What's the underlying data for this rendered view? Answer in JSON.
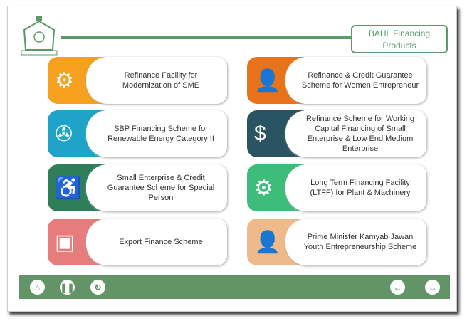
{
  "header": {
    "title": "BAHL Financing Products"
  },
  "colors": {
    "accent": "#629468"
  },
  "products": [
    {
      "label": "Refinance Facility for Modernization of SME",
      "icon": "gear-wrench-icon",
      "color": "#f5a01f"
    },
    {
      "label": "Refinance & Credit Guarantee Scheme for Women Entrepreneur",
      "icon": "woman-icon",
      "color": "#e8731a"
    },
    {
      "label": "SBP Financing Scheme for Renewable Energy Category II",
      "icon": "wind-turbine-icon",
      "color": "#1fa3c9"
    },
    {
      "label": "Refinance Scheme for Working Capital Financing of Small Enterprise & Low End Medium Enterprise",
      "icon": "money-stack-icon",
      "color": "#2b5463"
    },
    {
      "label": "Small Enterprise & Credit Guarantee Scheme for Special Person",
      "icon": "wheelchair-icon",
      "color": "#2f7e5a"
    },
    {
      "label": "Long Term Financing Facility (LTFF) for Plant & Machinery",
      "icon": "gears-icon",
      "color": "#3dbd7a"
    },
    {
      "label": "Export Finance Scheme",
      "icon": "hand-truck-icon",
      "color": "#e77c7c"
    },
    {
      "label": "Prime Minister Kamyab Jawan Youth Entrepreneurship Scheme",
      "icon": "person-icon",
      "color": "#f0b98a"
    }
  ],
  "footer": {
    "home": "⌂",
    "pause": "❚❚",
    "replay": "↻",
    "back": "←",
    "next": "→"
  }
}
